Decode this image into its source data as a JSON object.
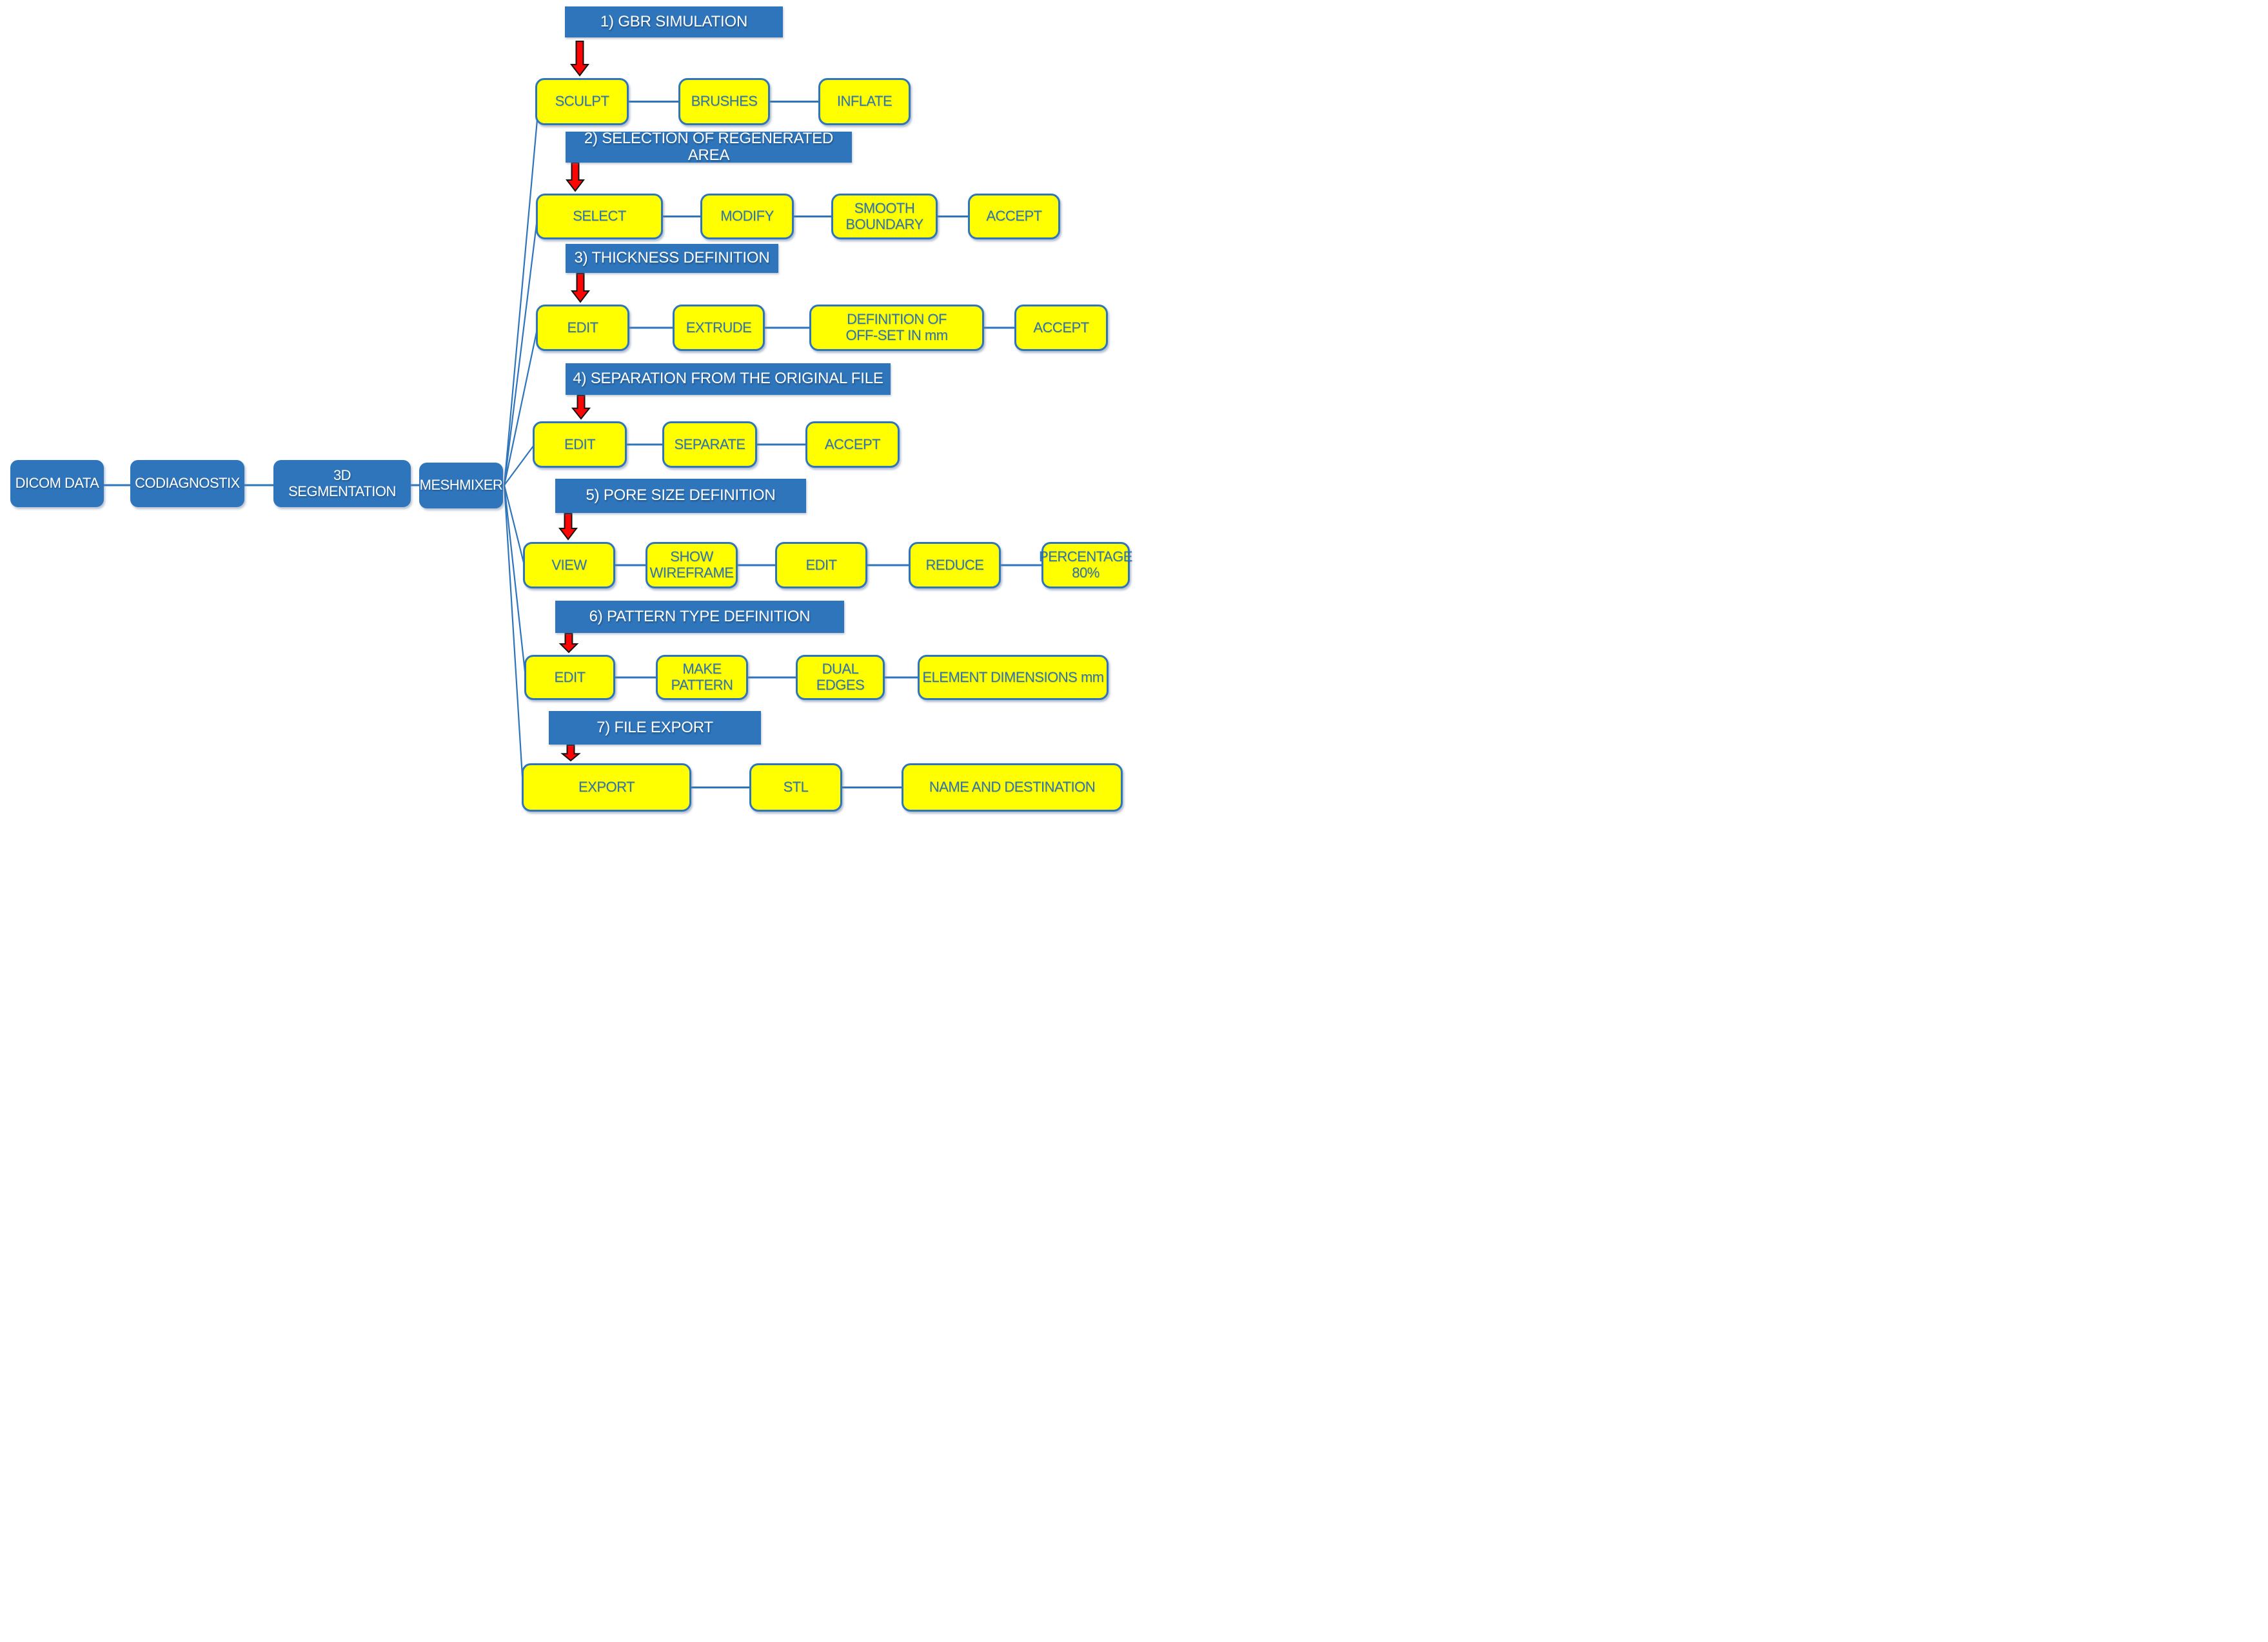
{
  "colors": {
    "blue": "#2E75BC",
    "yellow": "#FFFF00",
    "box_text_blue": "#2E74B5",
    "header_text": "#FFFFFF",
    "arrow_red": "#FB0505",
    "arrow_outline": "#141414"
  },
  "main_chain": [
    "DICOM DATA",
    "CODIAGNOSTIX",
    "3D\nSEGMENTATION",
    "MESHMIXER"
  ],
  "steps": [
    {
      "title": "1) GBR SIMULATION",
      "boxes": [
        "SCULPT",
        "BRUSHES",
        "INFLATE"
      ]
    },
    {
      "title": "2) SELECTION OF REGENERATED AREA",
      "boxes": [
        "SELECT",
        "MODIFY",
        "SMOOTH\nBOUNDARY",
        "ACCEPT"
      ]
    },
    {
      "title": "3) THICKNESS DEFINITION",
      "boxes": [
        "EDIT",
        "EXTRUDE",
        "DEFINITION OF\nOFF-SET IN mm",
        "ACCEPT"
      ]
    },
    {
      "title": "4) SEPARATION FROM THE ORIGINAL FILE",
      "boxes": [
        "EDIT",
        "SEPARATE",
        "ACCEPT"
      ]
    },
    {
      "title": "5) PORE SIZE DEFINITION",
      "boxes": [
        "VIEW",
        "SHOW\nWIREFRAME",
        "EDIT",
        "REDUCE",
        "PERCENTAGE\n80%"
      ]
    },
    {
      "title": "6) PATTERN TYPE DEFINITION",
      "boxes": [
        "EDIT",
        "MAKE\nPATTERN",
        "DUAL EDGES",
        "ELEMENT DIMENSIONS mm"
      ]
    },
    {
      "title": "7) FILE EXPORT",
      "boxes": [
        "EXPORT",
        "STL",
        "NAME AND DESTINATION"
      ]
    }
  ]
}
